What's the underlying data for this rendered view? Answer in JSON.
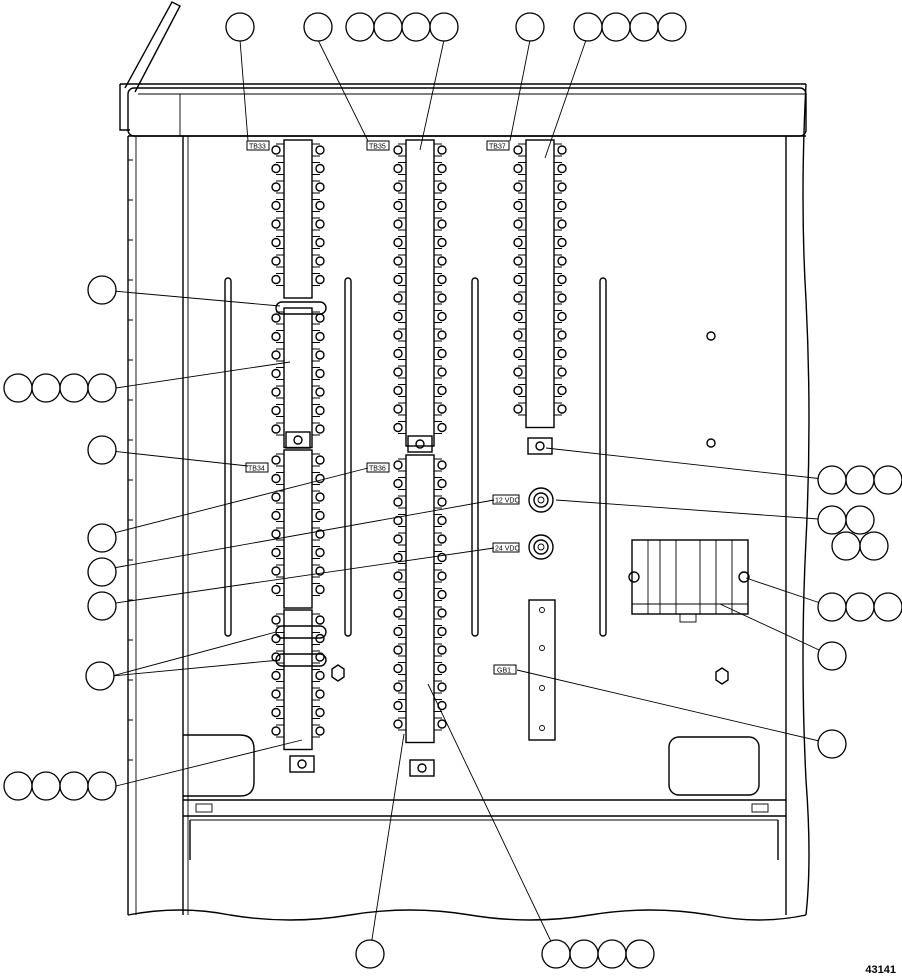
{
  "document": {
    "figure_number": "43141"
  },
  "labels": {
    "tb33": "TB33",
    "tb35": "TB35",
    "tb37": "TB37",
    "tb34": "TB34",
    "tb36": "TB36",
    "v12": "12 VDC",
    "v24": "24 VDC",
    "gb1": "GB1"
  }
}
